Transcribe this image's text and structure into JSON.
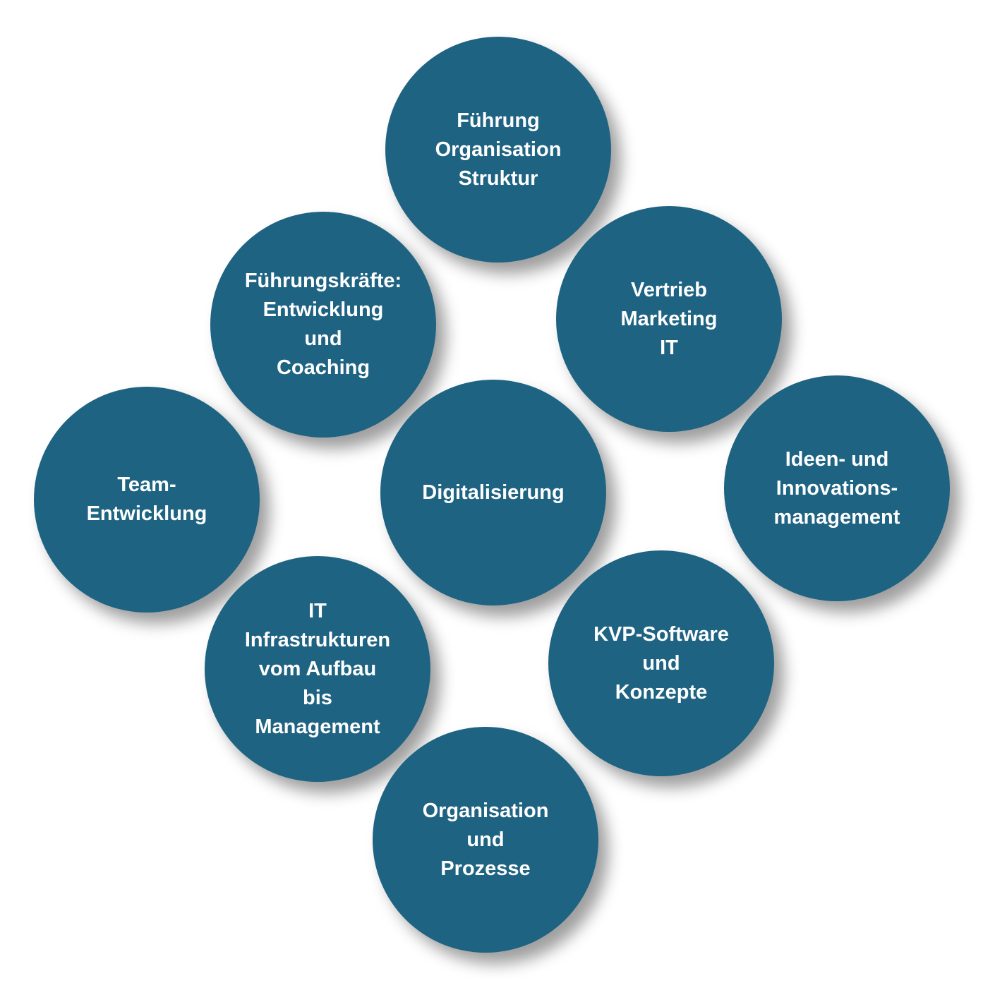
{
  "circles": [
    {
      "id": "fuehrung",
      "lines": [
        "Führung",
        "Organisation",
        "Struktur"
      ]
    },
    {
      "id": "fuehrungskraefte",
      "lines": [
        "Führungskräfte:",
        "Entwicklung",
        "und",
        "Coaching"
      ]
    },
    {
      "id": "vertrieb",
      "lines": [
        "Vertrieb",
        "Marketing",
        "IT"
      ]
    },
    {
      "id": "team",
      "lines": [
        "Team-",
        "Entwicklung"
      ]
    },
    {
      "id": "digitalisierung",
      "lines": [
        "Digitalisierung"
      ]
    },
    {
      "id": "ideen",
      "lines": [
        "Ideen- und",
        "Innovations-",
        "management"
      ]
    },
    {
      "id": "it",
      "lines": [
        "IT",
        "Infrastrukturen",
        "vom Aufbau",
        "bis",
        "Management"
      ]
    },
    {
      "id": "kvp",
      "lines": [
        "KVP-Software",
        "und",
        "Konzepte"
      ]
    },
    {
      "id": "organisation",
      "lines": [
        "Organisation",
        "und",
        "Prozesse"
      ]
    }
  ],
  "colors": {
    "circle_fill": "#1e6382",
    "text": "#ffffff",
    "background": "#ffffff"
  }
}
